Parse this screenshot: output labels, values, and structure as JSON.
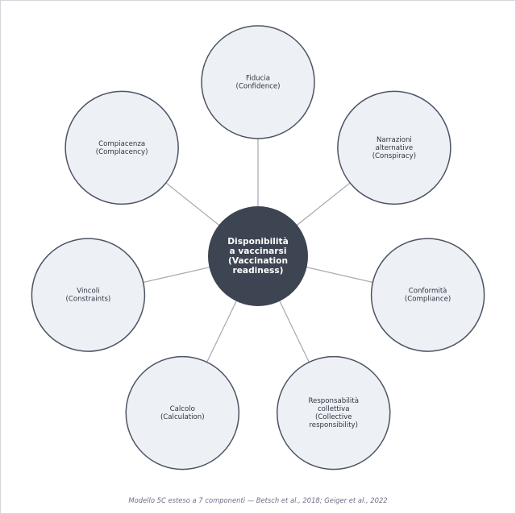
{
  "diagram": {
    "center": {
      "lines": [
        "Disponibilità",
        "a vaccinarsi",
        "(Vaccination",
        "readiness)"
      ],
      "fill": "#3d4452"
    },
    "nodes": [
      {
        "id": "fiducia",
        "lines": [
          "Fiducia",
          "(Confidence)"
        ]
      },
      {
        "id": "narrazioni",
        "lines": [
          "Narrazioni",
          "alternative",
          "(Conspiracy)"
        ]
      },
      {
        "id": "conformita",
        "lines": [
          "Conformità",
          "(Compliance)"
        ]
      },
      {
        "id": "responsabilita",
        "lines": [
          "Responsabilità",
          "collettiva",
          "(Collective",
          "responsibility)"
        ]
      },
      {
        "id": "calcolo",
        "lines": [
          "Calcolo",
          "(Calculation)"
        ]
      },
      {
        "id": "vincoli",
        "lines": [
          "Vincoli",
          "(Constraints)"
        ]
      },
      {
        "id": "compiacenza",
        "lines": [
          "Compiacenza",
          "(Complacency)"
        ]
      }
    ],
    "colors": {
      "node_fill": "#edf0f5",
      "node_stroke": "#4d5463",
      "connector": "#a3a8b0"
    }
  },
  "caption": "Modello 5C esteso a 7 componenti — Betsch et al., 2018; Geiger et al., 2022"
}
